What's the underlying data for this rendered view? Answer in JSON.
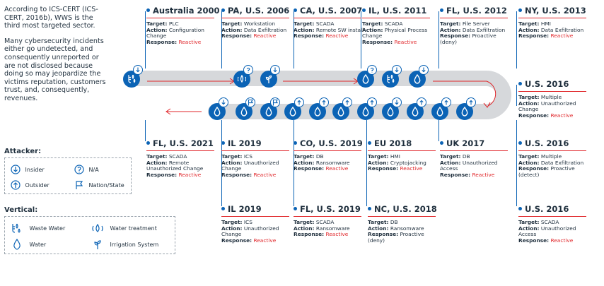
{
  "intro": {
    "p1": "According to ICS-CERT (ICS-CERT, 2016b), WWS is the third most targeted sector.",
    "p2": "Many cybersecurity incidents either go undetected, and consequently unreported or are not disclosed because doing so may jeopardize the victims reputation, customers trust, and, consequently, revenues."
  },
  "attacker": {
    "title": "Attacker:",
    "items": [
      "Insider",
      "N/A",
      "Outsider",
      "Nation/State"
    ]
  },
  "vertical": {
    "title": "Vertical:",
    "items": [
      "Waste Water",
      "Water treatment",
      "Water",
      "Irrigation System"
    ]
  },
  "labels": {
    "target": "Target:",
    "action": "Action:",
    "response": "Response:"
  },
  "events": [
    {
      "id": "e1",
      "title": "Australia 2000",
      "target": "PLC",
      "action": "Configuration Change",
      "response": "Reactive",
      "reactive": true
    },
    {
      "id": "e2",
      "title": "PA, U.S. 2006",
      "target": "Workstation",
      "action": "Data Exfiltration",
      "response": "Reactive",
      "reactive": true
    },
    {
      "id": "e3",
      "title": "CA, U.S. 2007",
      "target": "SCADA",
      "action": "Remote SW install",
      "response": "Reactive",
      "reactive": true
    },
    {
      "id": "e4",
      "title": "IL, U.S. 2011",
      "target": "SCADA",
      "action": "Physical Process Change",
      "response": "Reactive",
      "reactive": true
    },
    {
      "id": "e5",
      "title": "FL, U.S. 2012",
      "target": "File Server",
      "action": "Data Exfiltration",
      "response": "Proactive (deny)",
      "reactive": false
    },
    {
      "id": "e6",
      "title": "NY, U.S. 2013",
      "target": "HMI",
      "action": "Data Exfiltration",
      "response": "Reactive",
      "reactive": true
    },
    {
      "id": "e7",
      "title": "U.S. 2016",
      "target": "Multiple",
      "action": "Unauthorized Change",
      "response": "Reactive",
      "reactive": true
    },
    {
      "id": "e8",
      "title": "U.S. 2016",
      "target": "Multiple",
      "action": "Data Exfiltration",
      "response": "Proactive (detect)",
      "reactive": false
    },
    {
      "id": "e9",
      "title": "U.S. 2016",
      "target": "SCADA",
      "action": "Unauthorized Access",
      "response": "Reactive",
      "reactive": true
    },
    {
      "id": "e10",
      "title": "FL, U.S. 2021",
      "target": "SCADA",
      "action": "Remote Unauthorized Change",
      "response": "Reactive",
      "reactive": true
    },
    {
      "id": "e11",
      "title": "IL 2019",
      "target": "ICS",
      "action": "Unauthorized Change",
      "response": "Reactive",
      "reactive": true
    },
    {
      "id": "e12",
      "title": "CO, U.S. 2019",
      "target": "DB",
      "action": "Ransomware",
      "response": "Reactive",
      "reactive": true
    },
    {
      "id": "e13",
      "title": "EU 2018",
      "target": "HMI",
      "action": "Cryptojacking",
      "response": "Reactive",
      "reactive": true
    },
    {
      "id": "e14",
      "title": "UK 2017",
      "target": "DB",
      "action": "Unauthorized Access",
      "response": "Reactive",
      "reactive": true
    },
    {
      "id": "e15",
      "title": "IL 2019",
      "target": "ICS",
      "action": "Unauthorized Change",
      "response": "Reactive",
      "reactive": true
    },
    {
      "id": "e16",
      "title": "FL, U.S. 2019",
      "target": "SCADA",
      "action": "Ransomware",
      "response": "Reactive",
      "reactive": true
    },
    {
      "id": "e17",
      "title": "NC, U.S. 2018",
      "target": "DB",
      "action": "Ransomware",
      "response": "Proactive (deny)",
      "reactive": false
    }
  ],
  "colors": {
    "accent": "#0b63b5",
    "rule": "#e0262a",
    "track": "#d6d8db",
    "text": "#1f2f3d"
  }
}
